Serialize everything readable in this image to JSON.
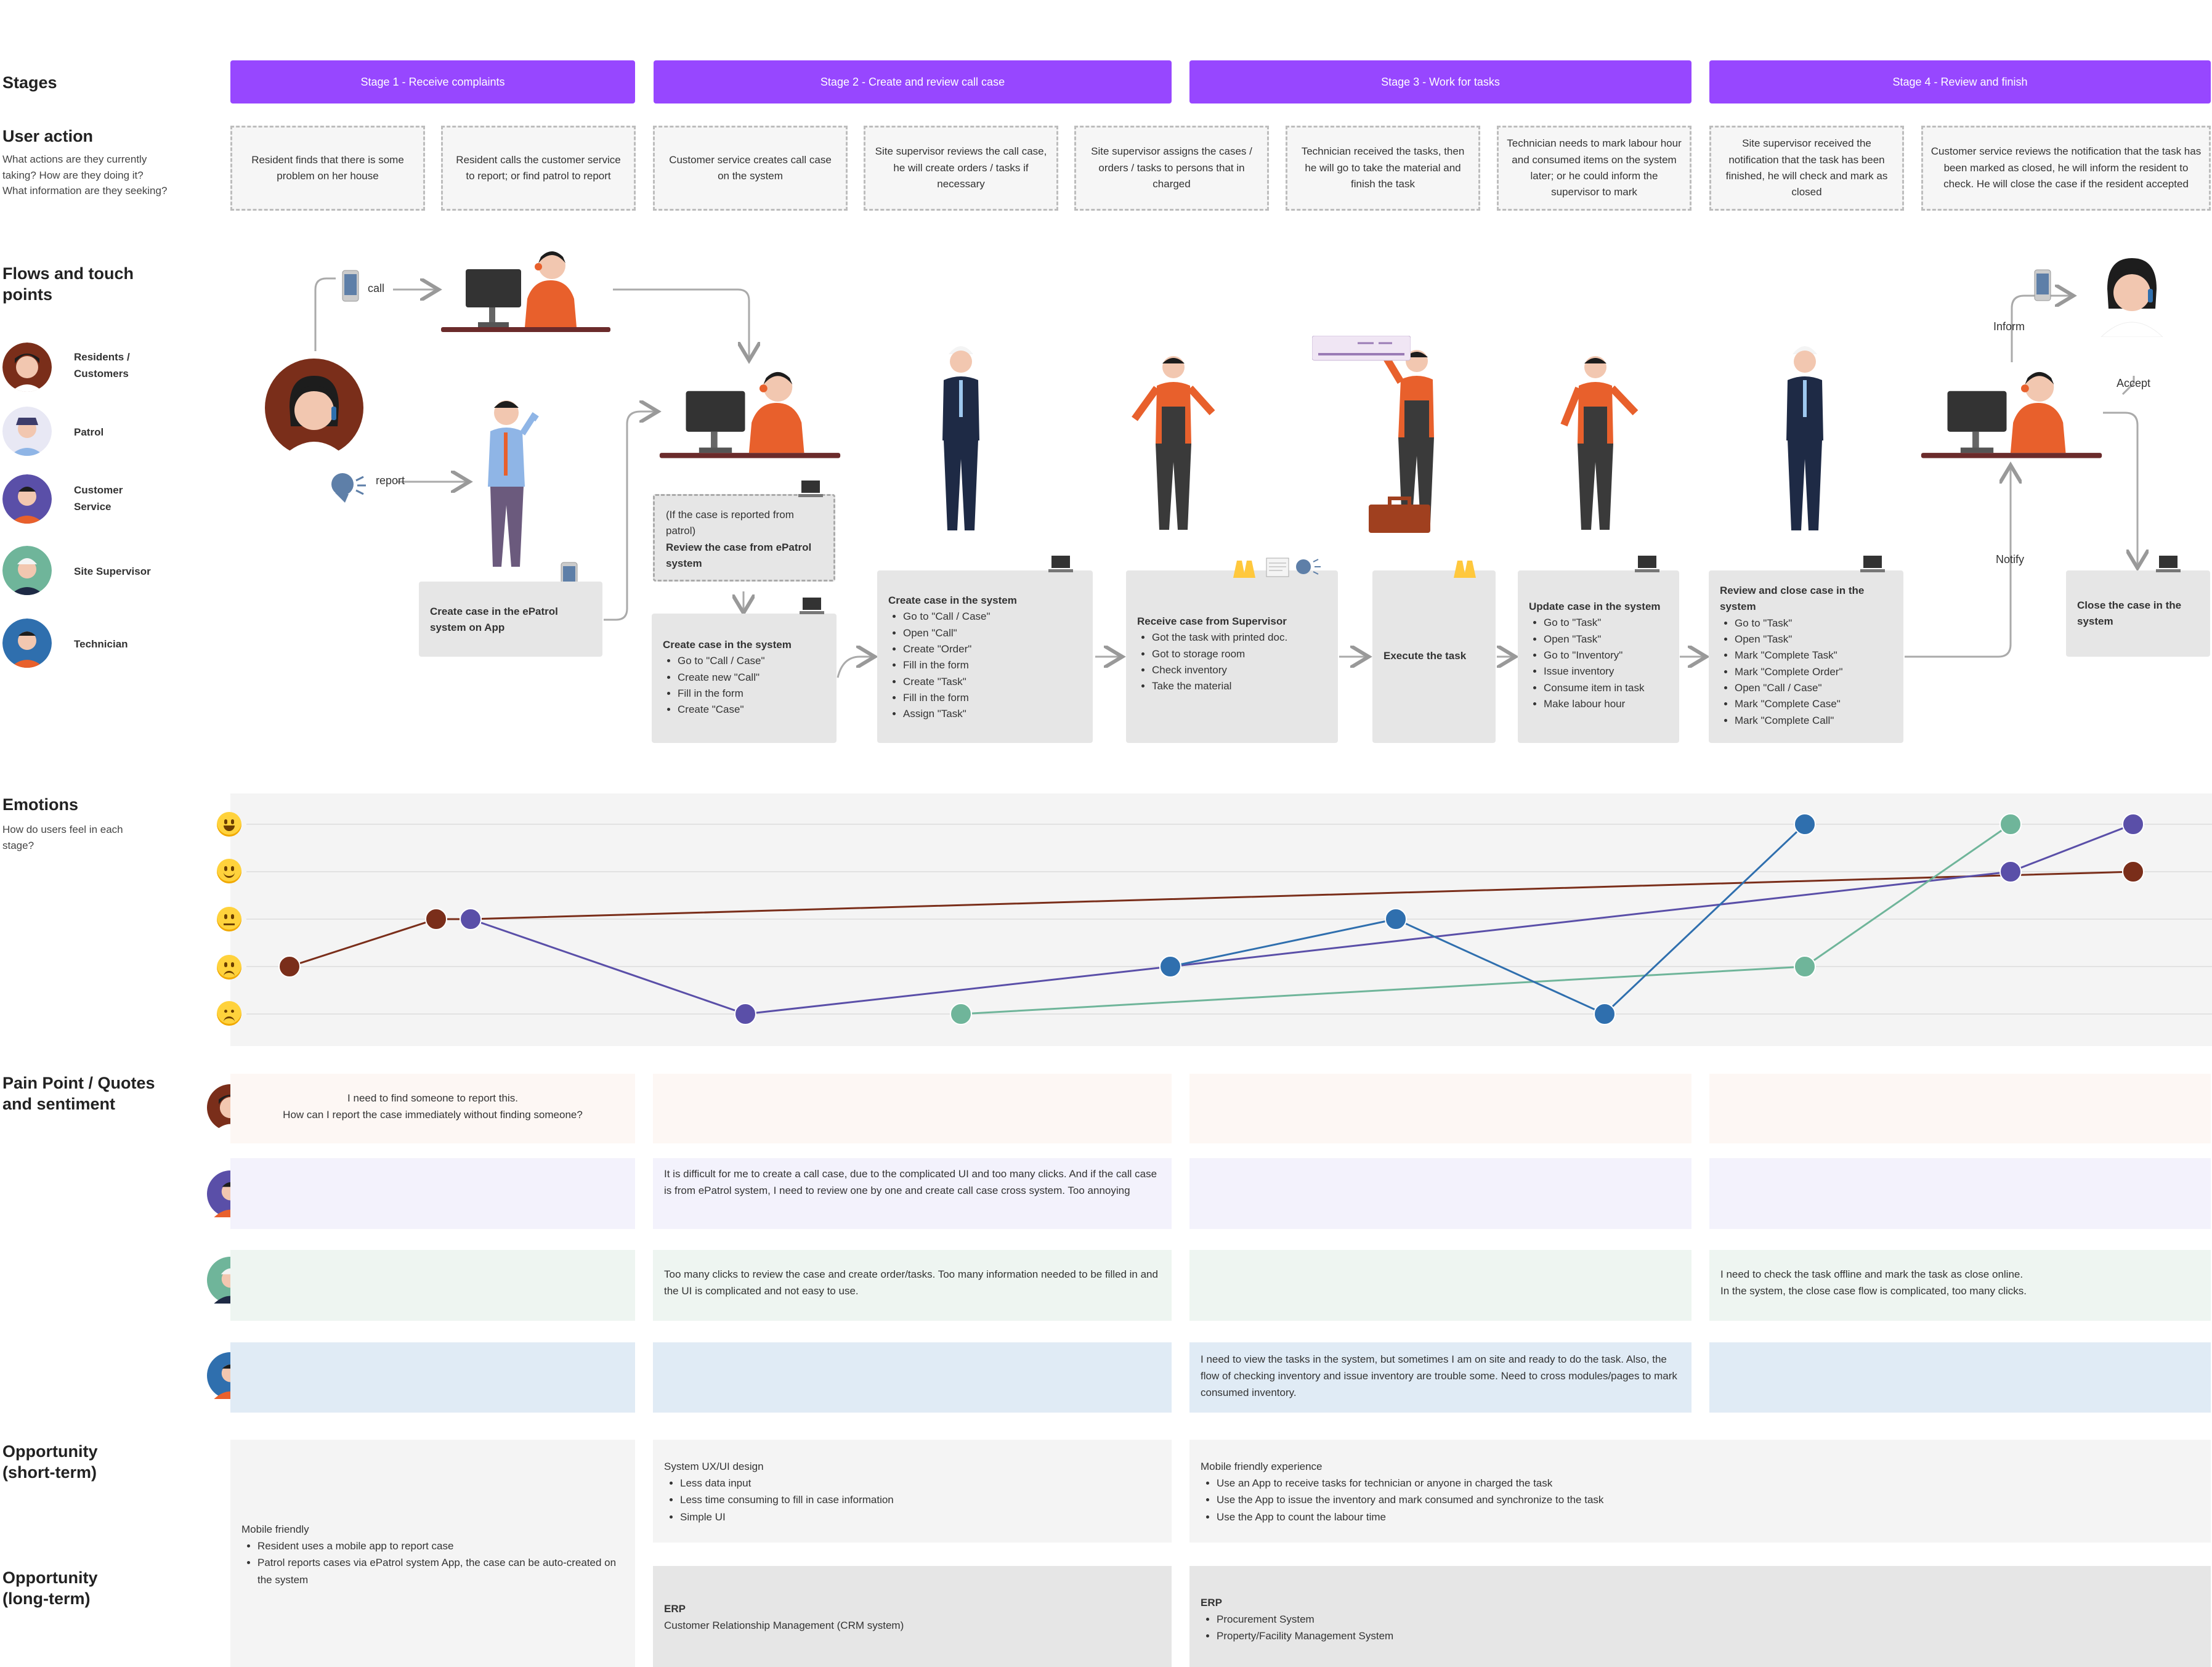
{
  "rows": {
    "stages": "Stages",
    "user_action": {
      "title": "User action",
      "sub": "What actions are they currently taking? How are they doing it? What information are they seeking?"
    },
    "flows": "Flows and touch points",
    "emotions": {
      "title": "Emotions",
      "sub": "How do users feel in each stage?"
    },
    "pain": "Pain Point / Quotes and sentiment",
    "opp_short": "Opportunity (short-term)",
    "opp_long": "Opportunity (long-term)"
  },
  "stages": [
    "Stage 1 - Receive complaints",
    "Stage 2 - Create and review call case",
    "Stage 3 - Work for tasks",
    "Stage 4 - Review and finish"
  ],
  "actions": [
    "Resident finds that there is some problem on her house",
    "Resident calls the customer service to report; or find patrol to report",
    "Customer service creates call case on the system",
    "Site supervisor reviews the call case, he will create orders / tasks if necessary",
    "Site supervisor assigns the cases / orders / tasks to persons that in charged",
    "Technician received the tasks, then he will go to take the material and finish the task",
    "Technician needs to mark labour hour and consumed items on the system later; or he could inform the supervisor to mark",
    "Site supervisor received the notification that the task has been finished, he will check and mark as closed",
    "Customer service reviews the notification that the task has been marked as closed, he will inform the resident to check. He will close the case if the resident accepted"
  ],
  "personas": [
    {
      "label": "Residents / Customers",
      "color": "#7a2e1a"
    },
    {
      "label": "Patrol",
      "color": "#6a55b8"
    },
    {
      "label": "Customer Service",
      "color": "#5a4fa8"
    },
    {
      "label": "Site Supervisor",
      "color": "#6fb59a"
    },
    {
      "label": "Technician",
      "color": "#2f6fae"
    }
  ],
  "flow_labels": {
    "call": "call",
    "report": "report",
    "inform": "Inform",
    "accept": "Accept",
    "notify": "Notify"
  },
  "cards": {
    "epatrol": {
      "title": "Create case in the ePatrol system on App"
    },
    "review_note": {
      "pre": "(If the case is reported from patrol)",
      "title": "Review the case from ePatrol system"
    },
    "cs_create": {
      "title": "Create case in the system",
      "items": [
        "Go to \"Call / Case\"",
        "Create new \"Call\"",
        "Fill in the form",
        "Create \"Case\""
      ]
    },
    "sup_create": {
      "title": "Create case in the system",
      "items": [
        "Go to \"Call / Case\"",
        "Open \"Call\"",
        "Create \"Order\"",
        "Fill in the form",
        "Create \"Task\"",
        "Fill in the form",
        "Assign \"Task\""
      ]
    },
    "receive": {
      "title": "Receive case from Supervisor",
      "items": [
        "Got the task with printed doc.",
        "Got to storage room",
        "Check inventory",
        "Take the material"
      ]
    },
    "execute": {
      "title": "Execute the task"
    },
    "update": {
      "title": "Update case in the system",
      "items": [
        "Go to \"Task\"",
        "Open \"Task\"",
        "Go to \"Inventory\"",
        "Issue inventory",
        "Consume item in task",
        "Make labour hour"
      ]
    },
    "review_close": {
      "title": "Review and close case in the system",
      "items": [
        "Go to \"Task\"",
        "Open \"Task\"",
        "Mark \"Complete Task\"",
        "Mark \"Complete Order\"",
        "Open \"Call / Case\"",
        "Mark \"Complete Case\"",
        "Mark \"Complete Call\""
      ]
    },
    "close": {
      "title": "Close the case in the system"
    }
  },
  "chart_data": {
    "type": "line",
    "y_levels": [
      "very happy",
      "happy",
      "neutral",
      "unhappy",
      "very unhappy"
    ],
    "grid": true,
    "series": [
      {
        "color": "#7a2e1a",
        "points": [
          [
            470,
            2
          ],
          [
            708,
            3
          ],
          [
            764,
            3
          ],
          [
            3463,
            4
          ]
        ]
      },
      {
        "color": "#5a4fa8",
        "points": [
          [
            764,
            3
          ],
          [
            1210,
            1
          ],
          [
            1900,
            2
          ],
          [
            3264,
            4
          ],
          [
            3463,
            5
          ]
        ]
      },
      {
        "color": "#6fb59a",
        "points": [
          [
            1560,
            1
          ],
          [
            2930,
            2
          ],
          [
            3264,
            5
          ]
        ]
      },
      {
        "color": "#2f6fae",
        "points": [
          [
            1900,
            2
          ],
          [
            2266,
            3
          ],
          [
            2605,
            1
          ],
          [
            2930,
            5
          ]
        ]
      }
    ]
  },
  "pain_points": {
    "resident": "I need to find someone to report this.\nHow can I report the case immediately without finding someone?",
    "cs_stage2": "It is difficult for me to create a call case, due to the complicated UI and too many clicks. And if the call case is from ePatrol system, I need to review one by one and create call case cross system. Too annoying",
    "sup_stage2": "Too many clicks to review the case and create order/tasks. Too many information needed to be filled in and the UI is complicated and not easy to use.",
    "sup_stage4": "I need to check the task offline and mark the task as close online.\nIn the system, the close case flow is complicated, too many clicks.",
    "tech_stage3": "I need to view the tasks in the system, but sometimes I am on site and ready to do the task. Also, the flow of checking inventory and issue inventory are trouble some. Need to cross modules/pages to mark consumed inventory."
  },
  "opportunities": {
    "mobile": {
      "title": "Mobile friendly",
      "items": [
        "Resident uses a mobile app to report case",
        "Patrol reports cases via ePatrol system App, the case can be auto-created on the system"
      ]
    },
    "uxui": {
      "title": "System UX/UI design",
      "items": [
        "Less data input",
        "Less time consuming to fill in case information",
        "Simple UI"
      ]
    },
    "mobile_exp": {
      "title": "Mobile friendly experience",
      "items": [
        "Use an App to receive tasks for technician or anyone in charged the task",
        "Use the App to issue the inventory and mark consumed and synchronize to the task",
        "Use the App to count the labour time"
      ]
    },
    "erp1": {
      "title": "ERP",
      "line": "Customer Relationship Management (CRM system)"
    },
    "erp2": {
      "title": "ERP",
      "items": [
        "Procurement System",
        "Property/Facility Management System"
      ]
    }
  }
}
